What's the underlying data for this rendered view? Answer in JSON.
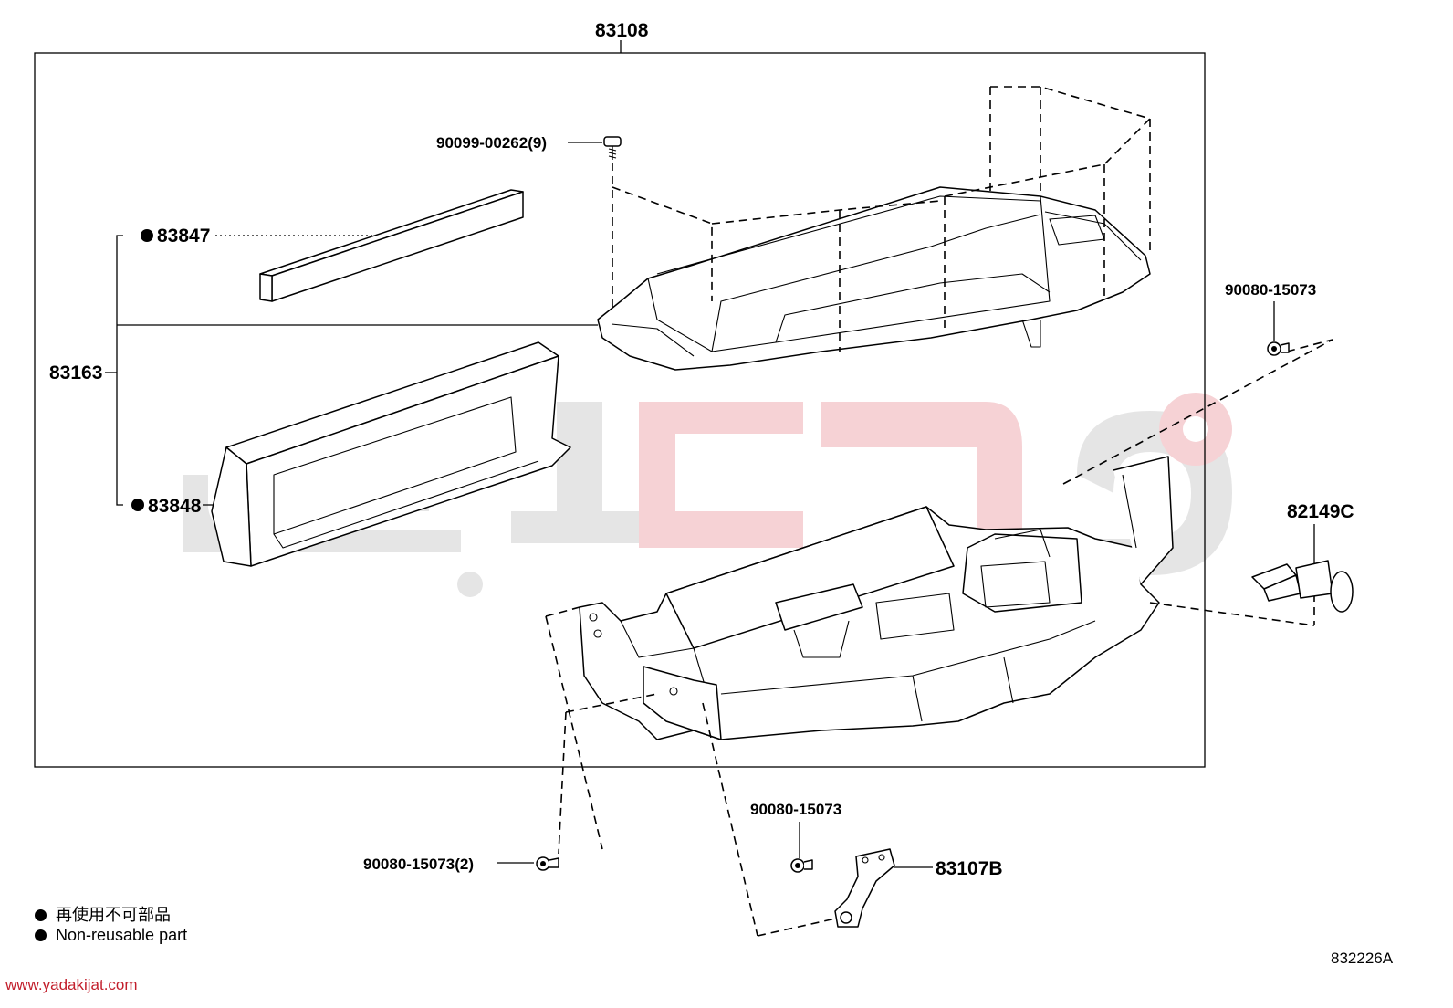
{
  "parts": {
    "assembly": "83108",
    "screw": "90099-00262(9)",
    "bar_upper": "83847",
    "group": "83163",
    "bar_lower": "83848",
    "nut_right": "90080-15073",
    "clip": "82149C",
    "nut_bottom_left": "90080-15073(2)",
    "nut_bottom_mid": "90080-15073",
    "bracket": "83107B"
  },
  "legend": {
    "japanese": "再使用不可部品",
    "english": "Non-reusable part"
  },
  "diagram_code": "832226A",
  "watermark": {
    "url": "www.yadakijat.com",
    "logo_text": "یدکیجات",
    "colors": {
      "gray": "#e3e3e3",
      "red": "#f4c9cd",
      "url_red": "#c21e2b"
    }
  },
  "icons": [
    "bullet-icon",
    "screw-icon",
    "nut-icon",
    "clip-icon"
  ]
}
